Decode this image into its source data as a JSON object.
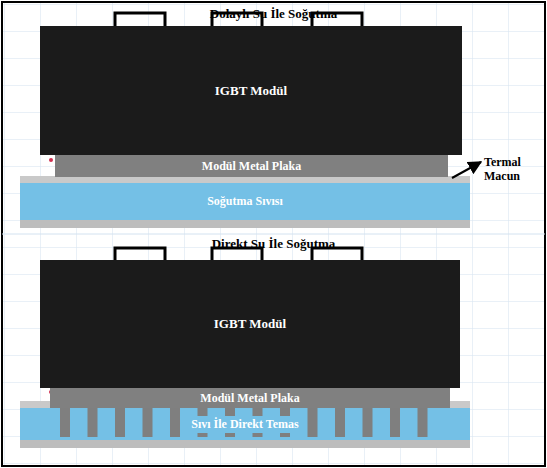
{
  "diagram": {
    "nodes": [
      {
        "text": [
          "IGBT Modül"
        ]
      },
      {
        "text": [
          "Modül Metal Plaka"
        ]
      },
      {
        "text": [
          "Soğutma Sıvısı"
        ]
      },
      {
        "text": [
          "IGBT Modül"
        ]
      },
      {
        "text": [
          "Modül Metal Plaka"
        ]
      },
      {
        "text": [
          "Sıvı İle Direkt Temas"
        ]
      }
    ],
    "labels": [
      "Dolaylı Su İle Soğutma",
      "Termal Macun",
      "Direkt Su İle Soğutma"
    ]
  }
}
